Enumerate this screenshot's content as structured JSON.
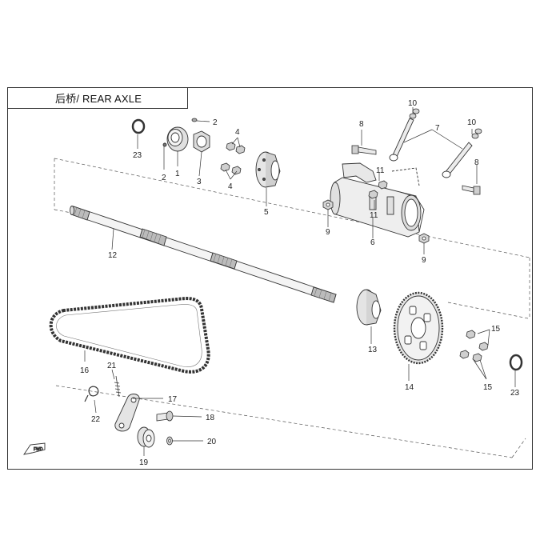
{
  "title": "后桥/ REAR AXLE",
  "fwd_label": "FWD",
  "colors": {
    "line": "#333333",
    "part_fill": "#f2f2f2",
    "shade": "#d8d8d8",
    "dark": "#555555"
  },
  "callouts": [
    "1",
    "2",
    "2",
    "3",
    "4",
    "4",
    "5",
    "6",
    "7",
    "8",
    "8",
    "9",
    "9",
    "10",
    "10",
    "11",
    "11",
    "12",
    "13",
    "14",
    "15",
    "15",
    "16",
    "17",
    "18",
    "19",
    "20",
    "21",
    "22",
    "23",
    "23"
  ]
}
